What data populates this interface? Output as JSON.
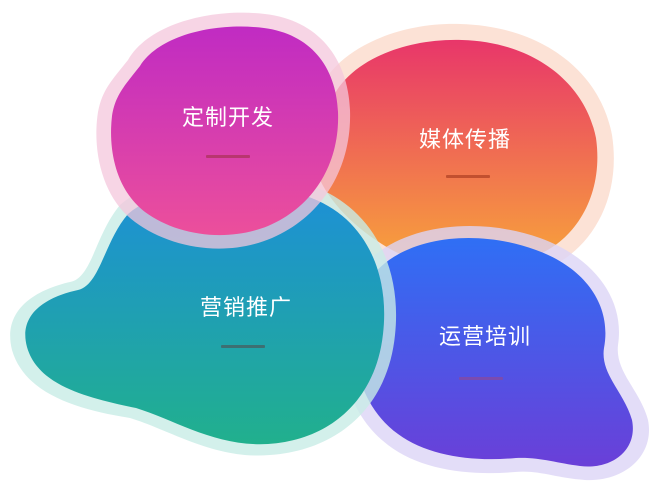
{
  "blobs": [
    {
      "id": "custom",
      "label": "定制开发",
      "gradient_top": "#c02bc3",
      "gradient_bottom": "#ec4f9b",
      "halo": "#f4c7dc",
      "dash_color": "#b8366f"
    },
    {
      "id": "media",
      "label": "媒体传播",
      "gradient_top": "#e8366a",
      "gradient_bottom": "#f8a53a",
      "halo": "#fbd8c8",
      "dash_color": "#c2502f"
    },
    {
      "id": "marketing",
      "label": "营销推广",
      "gradient_top": "#1d8fd8",
      "gradient_bottom": "#21b08d",
      "halo": "#c8ece6",
      "dash_color": "#3d6f72"
    },
    {
      "id": "ops",
      "label": "运营培训",
      "gradient_top": "#2f6ff5",
      "gradient_bottom": "#6a3fd8",
      "halo": "#dcd4f6",
      "dash_color": "#7a4bb0"
    }
  ]
}
